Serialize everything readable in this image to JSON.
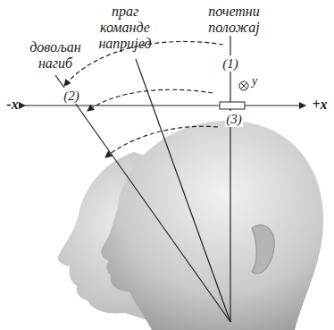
{
  "diagram": {
    "labels": [
      "довољан нагиб",
      "праг команде напријед",
      "почетни положај",
      "(1)",
      "-x",
      "+x",
      "y",
      "(2)",
      "(3)"
    ]
  }
}
